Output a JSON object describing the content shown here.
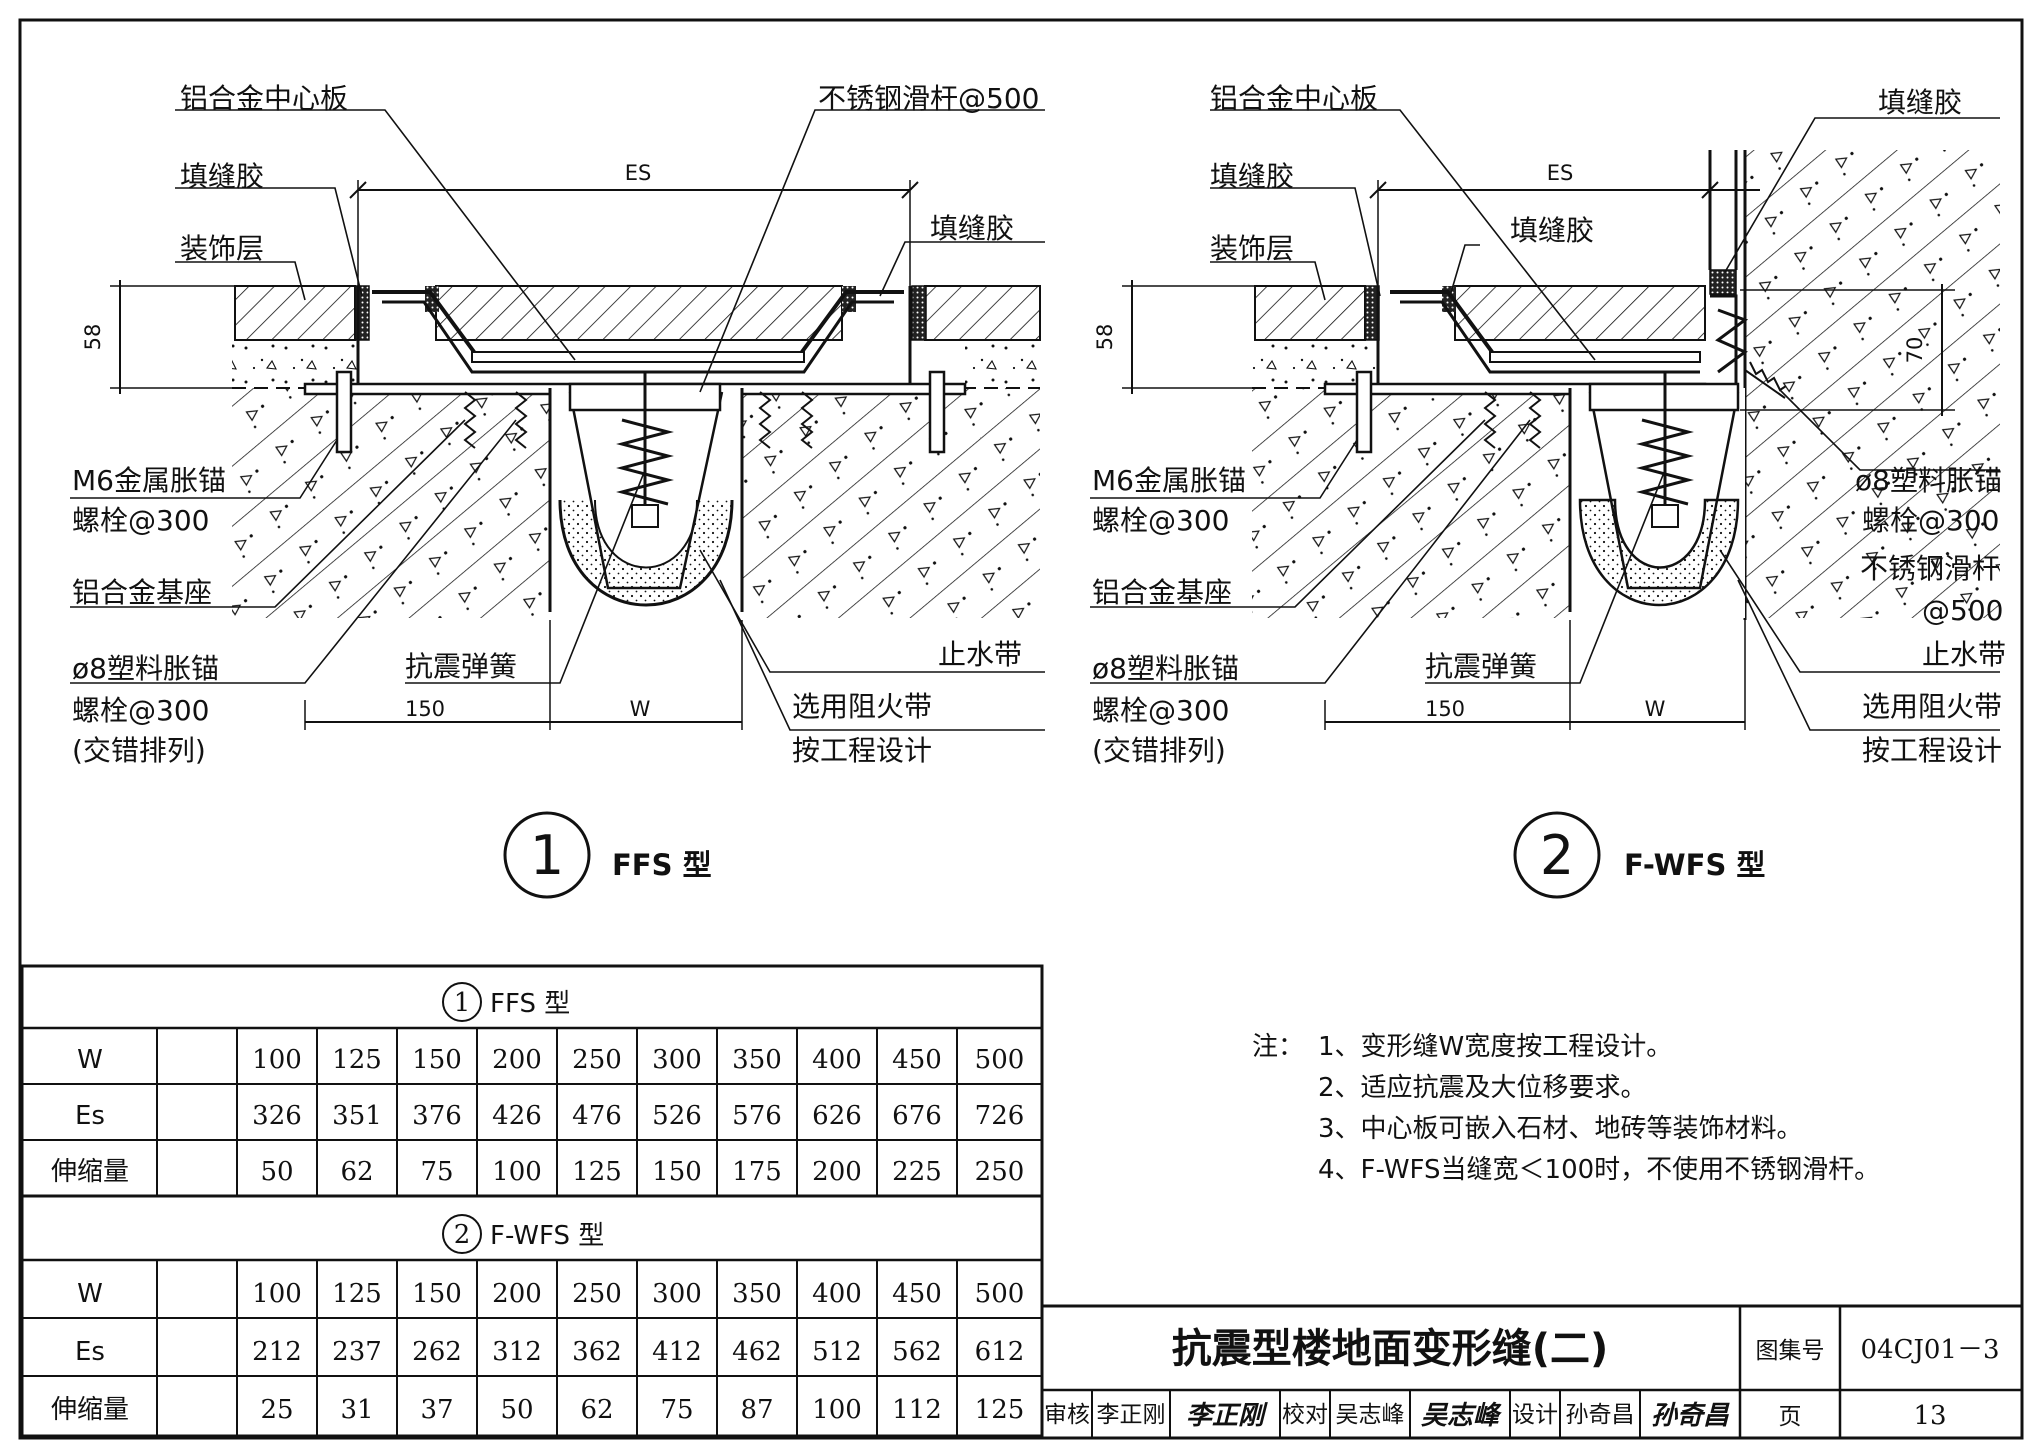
{
  "detail1": {
    "labels": {
      "center_plate": "铝合金中心板",
      "slide_bar": "不锈钢滑杆@500",
      "sealant_left": "填缝胶",
      "sealant_right": "填缝胶",
      "finish_layer": "装饰层",
      "anchor_a": "M6金属胀锚",
      "anchor_b": "螺栓@300",
      "base_seat": "铝合金基座",
      "plastic_a": "ø8塑料胀锚",
      "plastic_b": "螺栓@300",
      "plastic_c": "(交错排列)",
      "spring": "抗震弹簧",
      "waterstop": "止水带",
      "fire_a": "选用阻火带",
      "fire_b": "按工程设计"
    },
    "dims": {
      "es": "ES",
      "h": "58",
      "left": "150",
      "w": "W"
    },
    "number": "1",
    "caption": "FFS 型"
  },
  "detail2": {
    "labels": {
      "center_plate": "铝合金中心板",
      "sealant_top": "填缝胶",
      "sealant_left": "填缝胶",
      "sealant_mid": "填缝胶",
      "finish_layer": "装饰层",
      "anchor_a": "M6金属胀锚",
      "anchor_b": "螺栓@300",
      "base_seat": "铝合金基座",
      "plastic_a": "ø8塑料胀锚",
      "plastic_b": "螺栓@300",
      "plastic_c": "(交错排列)",
      "spring": "抗震弹簧",
      "r_plastic_a": "ø8塑料胀锚",
      "r_plastic_b": "螺栓@300",
      "r_slide_a": "不锈钢滑杆",
      "r_slide_b": "@500",
      "waterstop": "止水带",
      "fire_a": "选用阻火带",
      "fire_b": "按工程设计"
    },
    "dims": {
      "es": "ES",
      "h": "58",
      "h2": "70",
      "left": "150",
      "w": "W"
    },
    "number": "2",
    "caption": "F-WFS 型"
  },
  "tables": [
    {
      "num": "1",
      "title": "FFS 型",
      "rows": [
        {
          "label": "W",
          "values": [
            "100",
            "125",
            "150",
            "200",
            "250",
            "300",
            "350",
            "400",
            "450",
            "500"
          ]
        },
        {
          "label": "Es",
          "values": [
            "326",
            "351",
            "376",
            "426",
            "476",
            "526",
            "576",
            "626",
            "676",
            "726"
          ]
        },
        {
          "label": "伸缩量",
          "values": [
            "50",
            "62",
            "75",
            "100",
            "125",
            "150",
            "175",
            "200",
            "225",
            "250"
          ]
        }
      ]
    },
    {
      "num": "2",
      "title": "F-WFS 型",
      "rows": [
        {
          "label": "W",
          "values": [
            "100",
            "125",
            "150",
            "200",
            "250",
            "300",
            "350",
            "400",
            "450",
            "500"
          ]
        },
        {
          "label": "Es",
          "values": [
            "212",
            "237",
            "262",
            "312",
            "362",
            "412",
            "462",
            "512",
            "562",
            "612"
          ]
        },
        {
          "label": "伸缩量",
          "values": [
            "25",
            "31",
            "37",
            "50",
            "62",
            "75",
            "87",
            "100",
            "112",
            "125"
          ]
        }
      ]
    }
  ],
  "notes": {
    "prefix": "注：",
    "items": [
      "1、变形缝W宽度按工程设计。",
      "2、适应抗震及大位移要求。",
      "3、中心板可嵌入石材、地砖等装饰材料。",
      "4、F-WFS当缝宽＜100时，不使用不锈钢滑杆。"
    ]
  },
  "title_block": {
    "title": "抗震型楼地面变形缝(二)",
    "atlas_label": "图集号",
    "atlas_no": "04CJ01－3",
    "page_label": "页",
    "page_no": "13",
    "review_label": "审核",
    "reviewer": "李正刚",
    "reviewer_sig": "李正刚",
    "check_label": "校对",
    "checker": "吴志峰",
    "checker_sig": "吴志峰",
    "design_label": "设计",
    "designer": "孙奇昌",
    "designer_sig": "孙奇昌"
  }
}
